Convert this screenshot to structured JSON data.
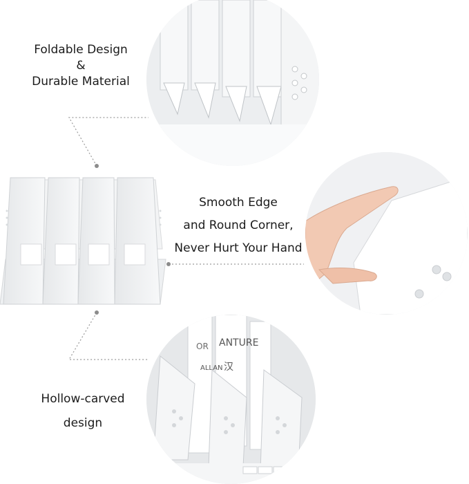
{
  "features": [
    {
      "lines": [
        "Foldable Design",
        "&",
        "Durable Material"
      ]
    },
    {
      "lines": [
        "Smooth Edge",
        "and Round Corner,",
        "Never Hurt Your Hand"
      ]
    },
    {
      "lines": [
        "Hollow-carved",
        "design"
      ]
    }
  ],
  "photo_texts": {
    "book_spine_1": "ANTURE",
    "book_spine_2": "ALLAN",
    "book_spine_3": "汉",
    "book_spine_4": "OR"
  },
  "colors": {
    "background": "#ffffff",
    "text": "#1b1b1b",
    "organizer": "#eef0f2",
    "guide_line": "#9a9a9a"
  }
}
